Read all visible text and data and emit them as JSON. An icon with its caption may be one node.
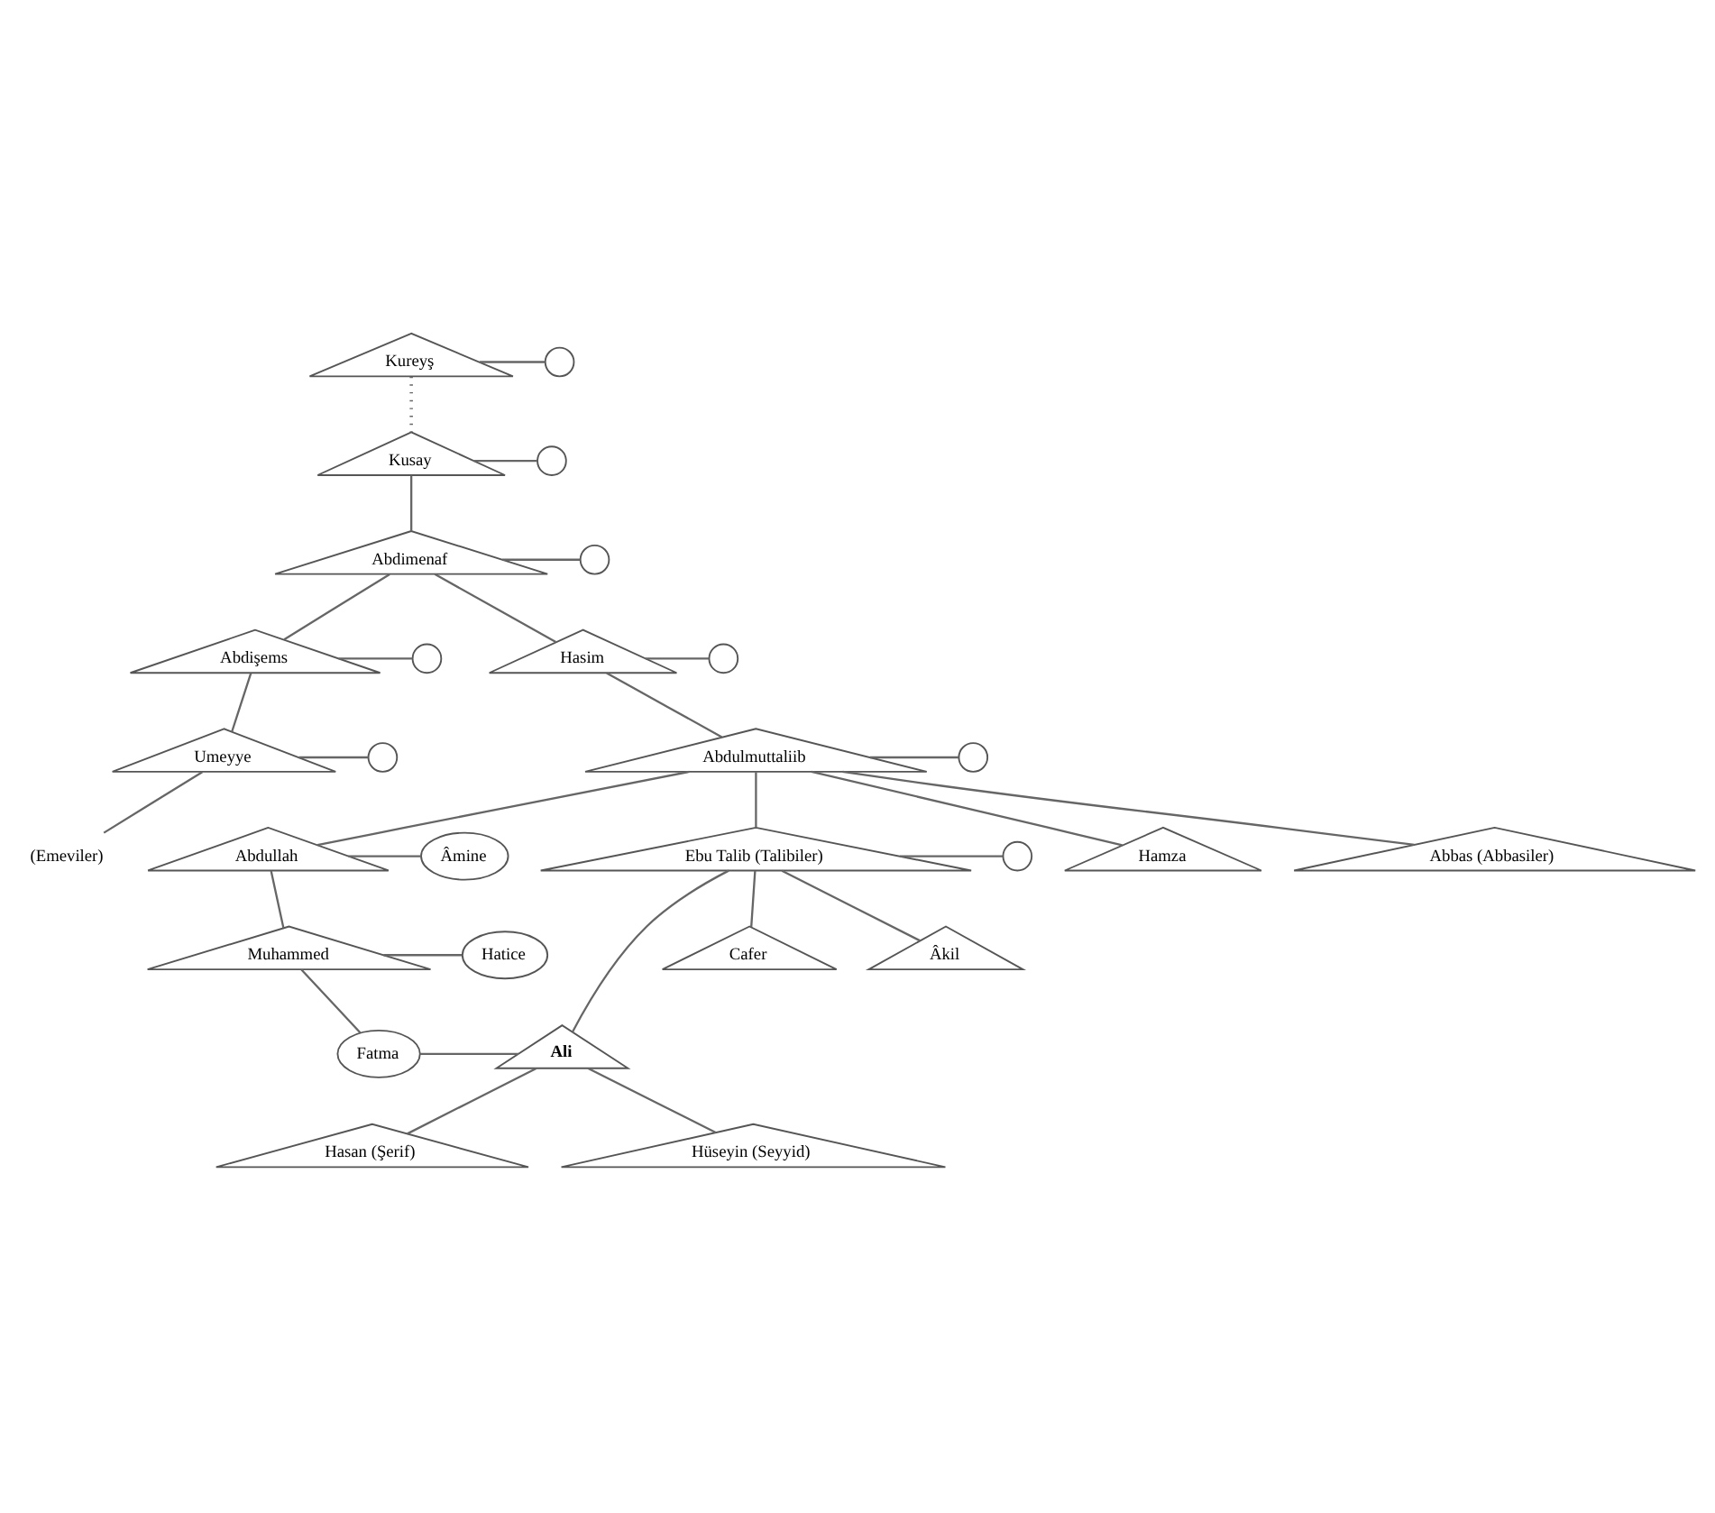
{
  "diagram": {
    "nodes": [
      {
        "text": [
          "Kureyş"
        ]
      },
      {
        "text": [],
        "shape": "circle"
      },
      {
        "text": [
          "Kusay"
        ]
      },
      {
        "text": [],
        "shape": "circle"
      },
      {
        "text": [
          "Abdimenaf"
        ]
      },
      {
        "text": [],
        "shape": "circle"
      },
      {
        "text": [
          "Abdişems"
        ]
      },
      {
        "text": [],
        "shape": "circle"
      },
      {
        "text": [
          "Hasim"
        ]
      },
      {
        "text": [],
        "shape": "circle"
      },
      {
        "text": [
          "Umeyye"
        ]
      },
      {
        "text": [],
        "shape": "circle"
      },
      {
        "text": [
          "Abdulmuttaliib"
        ]
      },
      {
        "text": [],
        "shape": "circle"
      },
      {
        "text": [
          "(Emeviler)"
        ]
      },
      {
        "text": [
          "Abdullah"
        ]
      },
      {
        "text": [
          "Âmine"
        ]
      },
      {
        "text": [
          "Ebu Talib (Talibiler)"
        ]
      },
      {
        "text": [],
        "shape": "circle"
      },
      {
        "text": [
          "Hamza"
        ]
      },
      {
        "text": [
          "Abbas (Abbasiler)"
        ]
      },
      {
        "text": [
          "Muhammed"
        ]
      },
      {
        "text": [
          "Hatice"
        ]
      },
      {
        "text": [
          "Fatma"
        ]
      },
      {
        "text": [
          "Ali"
        ]
      },
      {
        "text": [
          "Cafer"
        ]
      },
      {
        "text": [
          "Âkil"
        ]
      },
      {
        "text": [
          "Hasan (Şerif)"
        ]
      },
      {
        "text": [
          "Hüseyin (Seyyid)"
        ]
      }
    ],
    "edges": [
      {
        "from": 0,
        "to": 1,
        "arrow": "none"
      },
      {
        "from": 0,
        "to": 2,
        "arrow": "none",
        "style": "dashed"
      },
      {
        "from": 2,
        "to": 3,
        "arrow": "none"
      },
      {
        "from": 2,
        "to": 4,
        "arrow": "none"
      },
      {
        "from": 4,
        "to": 5,
        "arrow": "none"
      },
      {
        "from": 4,
        "to": 6,
        "arrow": "none"
      },
      {
        "from": 4,
        "to": 8,
        "arrow": "none"
      },
      {
        "from": 6,
        "to": 7,
        "arrow": "none"
      },
      {
        "from": 6,
        "to": 10,
        "arrow": "none"
      },
      {
        "from": 8,
        "to": 9,
        "arrow": "none"
      },
      {
        "from": 8,
        "to": 12,
        "arrow": "none"
      },
      {
        "from": 10,
        "to": 11,
        "arrow": "none"
      },
      {
        "from": 10,
        "to": 14,
        "arrow": "none"
      },
      {
        "from": 12,
        "to": 13,
        "arrow": "none"
      },
      {
        "from": 12,
        "to": 15,
        "arrow": "none"
      },
      {
        "from": 12,
        "to": 17,
        "arrow": "none"
      },
      {
        "from": 12,
        "to": 19,
        "arrow": "none"
      },
      {
        "from": 12,
        "to": 20,
        "arrow": "none"
      },
      {
        "from": 15,
        "to": 16,
        "arrow": "none"
      },
      {
        "from": 15,
        "to": 21,
        "arrow": "none"
      },
      {
        "from": 17,
        "to": 18,
        "arrow": "none"
      },
      {
        "from": 17,
        "to": 24,
        "arrow": "none"
      },
      {
        "from": 17,
        "to": 25,
        "arrow": "none"
      },
      {
        "from": 17,
        "to": 26,
        "arrow": "none"
      },
      {
        "from": 21,
        "to": 22,
        "arrow": "none"
      },
      {
        "from": 21,
        "to": 23,
        "arrow": "none"
      },
      {
        "from": 23,
        "to": 24,
        "arrow": "none"
      },
      {
        "from": 24,
        "to": 27,
        "arrow": "none"
      },
      {
        "from": 24,
        "to": 28,
        "arrow": "none"
      }
    ]
  }
}
